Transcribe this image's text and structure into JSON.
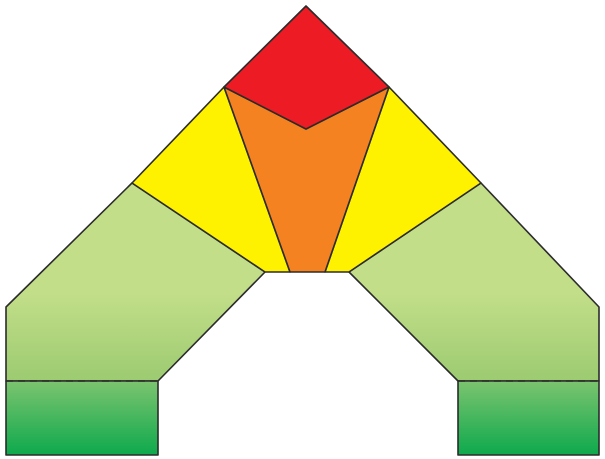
{
  "colors": {
    "top_zone": "#ED1C24",
    "center_zone": "#F58220",
    "side_zones": "#FFF200",
    "leg_zones_light": "#C3DE89",
    "leg_zones_mid": "#9CCB71",
    "leg_base_zones_light": "#7CC46F",
    "leg_base_zones_dark": "#0EA94D",
    "outline": "#2B2B2B",
    "background": "#FFFFFF"
  },
  "zones": [
    {
      "id": "top",
      "color": "red"
    },
    {
      "id": "center",
      "color": "orange"
    },
    {
      "id": "left-upper",
      "color": "yellow"
    },
    {
      "id": "right-upper",
      "color": "yellow"
    },
    {
      "id": "left-leg",
      "color": "light-green"
    },
    {
      "id": "right-leg",
      "color": "light-green"
    },
    {
      "id": "left-base",
      "color": "green"
    },
    {
      "id": "right-base",
      "color": "green"
    }
  ],
  "dividers": {
    "leg_base_separator": "dashed"
  }
}
